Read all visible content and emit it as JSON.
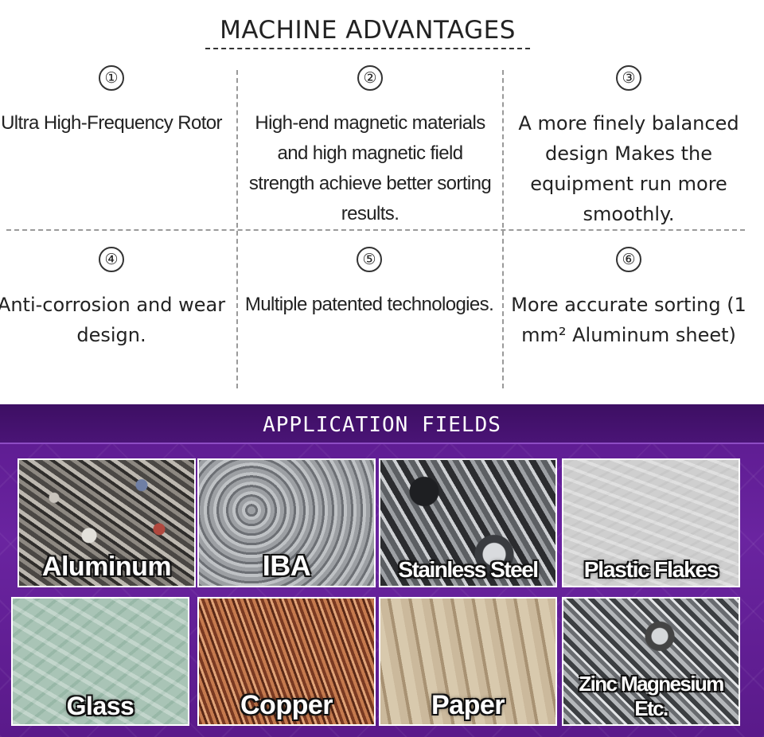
{
  "advantages": {
    "title": "MACHINE ADVANTAGES",
    "items": [
      {
        "num": "①",
        "text": "Ultra High-Frequency Rotor"
      },
      {
        "num": "②",
        "text": "High-end magnetic materials and high magnetic field strength achieve better sorting results."
      },
      {
        "num": "③",
        "text": "A more finely balanced design Makes the equipment run more smoothly."
      },
      {
        "num": "④",
        "text": "Anti-corrosion and wear design."
      },
      {
        "num": "⑤",
        "text": "Multiple patented technologies."
      },
      {
        "num": "⑥",
        "text": "More accurate sorting (1 mm² Aluminum sheet)"
      }
    ]
  },
  "applications": {
    "title": "APPLICATION FIELDS",
    "fields": [
      {
        "label": "Aluminum"
      },
      {
        "label": "IBA"
      },
      {
        "label": "Stainless Steel"
      },
      {
        "label": "Plastic Flakes"
      },
      {
        "label": "Glass"
      },
      {
        "label": "Copper"
      },
      {
        "label": "Paper"
      },
      {
        "label": "Zinc Magnesium Etc."
      }
    ]
  }
}
